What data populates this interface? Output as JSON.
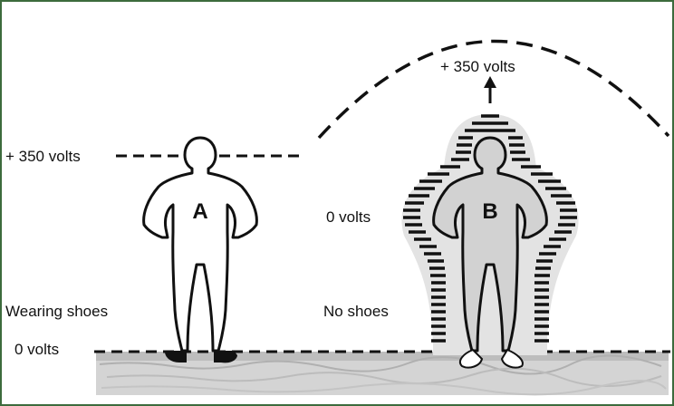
{
  "diagram": {
    "label_top_left": "+ 350 volts",
    "label_top_right": "+ 350 volts",
    "label_b_side": "0 volts",
    "label_bottom": "0 volts",
    "label_a_condition": "Wearing shoes",
    "label_b_condition": "No shoes",
    "figure_a_letter": "A",
    "figure_b_letter": "B"
  },
  "colors": {
    "frame": "#3d6b3d",
    "ink": "#111111",
    "figure_b_fill": "#d2d2d2",
    "halo_fill": "#e3e3e3",
    "ground": "#cfcfcf"
  }
}
